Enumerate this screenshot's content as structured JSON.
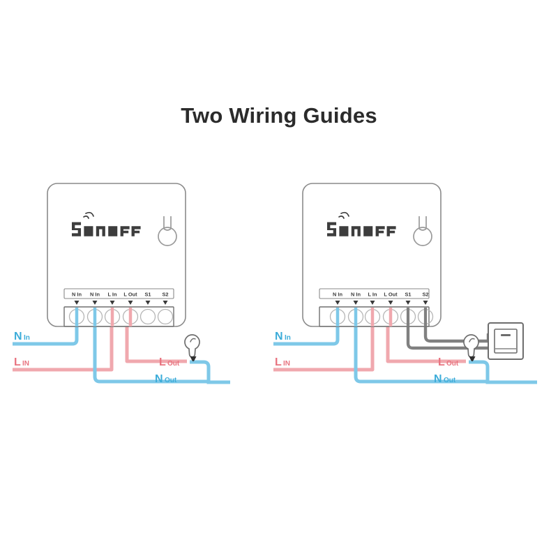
{
  "page": {
    "title": "Two Wiring Guides",
    "background_color": "#ffffff",
    "title_color": "#2b2b2b"
  },
  "colors": {
    "neutral_wire": "#7ec8e8",
    "live_wire": "#f0a8ae",
    "switch_wire": "#808080",
    "device_outline": "#8a8a8a",
    "text_dark": "#3a3a3a",
    "neutral_label": "#3cacd9",
    "live_label": "#e8737f"
  },
  "devices": [
    {
      "id": "left-module",
      "brand": "SONOFF",
      "icon_names": [
        "wifi-signal-icon",
        "button-icon"
      ],
      "terminals": [
        {
          "label": "N In",
          "wire": "neutral"
        },
        {
          "label": "N In",
          "wire": "neutral"
        },
        {
          "label": "L In",
          "wire": "live"
        },
        {
          "label": "L Out",
          "wire": "live"
        },
        {
          "label": "S1",
          "wire": "none"
        },
        {
          "label": "S2",
          "wire": "none"
        }
      ]
    },
    {
      "id": "right-module",
      "brand": "SONOFF",
      "icon_names": [
        "wifi-signal-icon",
        "button-icon"
      ],
      "terminals": [
        {
          "label": "N In",
          "wire": "neutral"
        },
        {
          "label": "N In",
          "wire": "neutral"
        },
        {
          "label": "L In",
          "wire": "live"
        },
        {
          "label": "L Out",
          "wire": "live"
        },
        {
          "label": "S1",
          "wire": "switch"
        },
        {
          "label": "S2",
          "wire": "switch"
        }
      ]
    }
  ],
  "guides": [
    {
      "id": "guide-left",
      "name": "wiring-guide-without-switch",
      "wire_labels": {
        "n_in_prefix": "N",
        "n_in_suffix": "In",
        "l_in_prefix": "L",
        "l_in_suffix": "IN",
        "l_out_prefix": "L",
        "l_out_suffix": "Out",
        "n_out_prefix": "N",
        "n_out_suffix": "Out"
      },
      "components": [
        "light-bulb-icon"
      ]
    },
    {
      "id": "guide-right",
      "name": "wiring-guide-with-wall-switch",
      "wire_labels": {
        "n_in_prefix": "N",
        "n_in_suffix": "In",
        "l_in_prefix": "L",
        "l_in_suffix": "IN",
        "l_out_prefix": "L",
        "l_out_suffix": "Out",
        "n_out_prefix": "N",
        "n_out_suffix": "Out"
      },
      "components": [
        "light-bulb-icon",
        "wall-switch-icon"
      ]
    }
  ]
}
